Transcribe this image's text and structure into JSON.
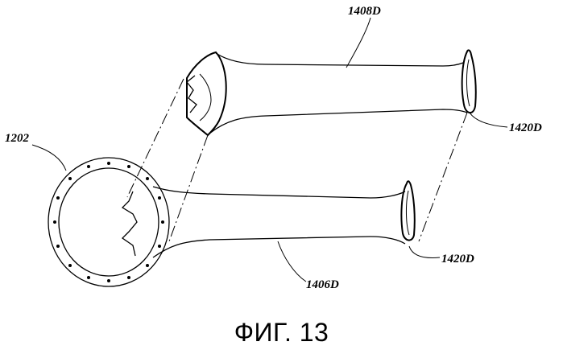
{
  "labels": {
    "hub": "1202",
    "upper_blade": "1408D",
    "lower_blade": "1406D",
    "upper_tip": "1420D",
    "lower_tip": "1420D"
  },
  "caption": "ФИГ. 13"
}
